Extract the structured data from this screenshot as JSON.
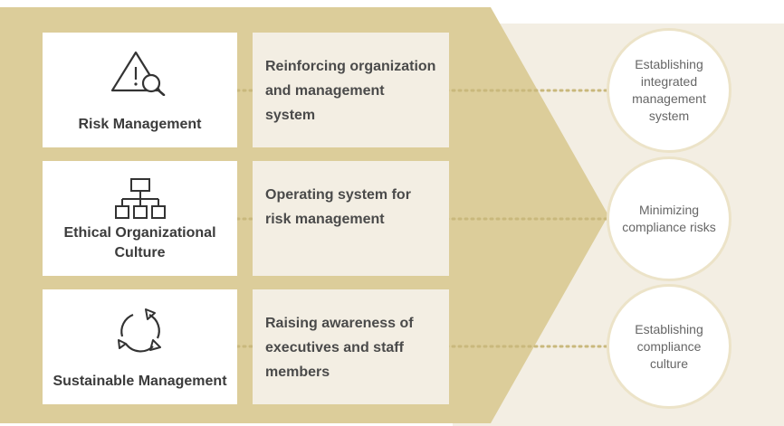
{
  "colors": {
    "gold": "#dccd9a",
    "light_beige": "#f3eee3",
    "dot_line": "#c9b87c",
    "circle_border": "#ece3c8"
  },
  "rows": [
    {
      "label": "Risk Management",
      "icon": "warning-search-icon",
      "description": "Reinforcing organization and management system",
      "outcome": "Establishing integrated management system"
    },
    {
      "label": "Ethical Organizational Culture",
      "icon": "org-chart-icon",
      "description": "Operating system for risk management",
      "outcome": "Minimizing compliance risks"
    },
    {
      "label": "Sustainable Management",
      "icon": "cycle-arrows-icon",
      "description": "Raising awareness of executives and staff members",
      "outcome": "Establishing compliance culture"
    }
  ]
}
